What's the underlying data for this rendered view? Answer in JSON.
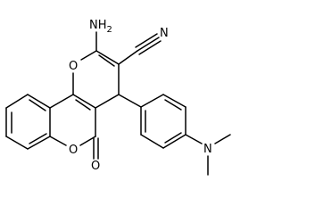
{
  "diagram": {
    "type": "chemical-structure",
    "bond_color": "#000000",
    "background": "#ffffff",
    "atom_labels": {
      "amino": "NH",
      "amino_subscript": "2",
      "nitrile": "N",
      "pyran_oxygen": "O",
      "lactone_oxygen": "O",
      "carbonyl_oxygen": "O",
      "dimethylamino": "N"
    }
  }
}
